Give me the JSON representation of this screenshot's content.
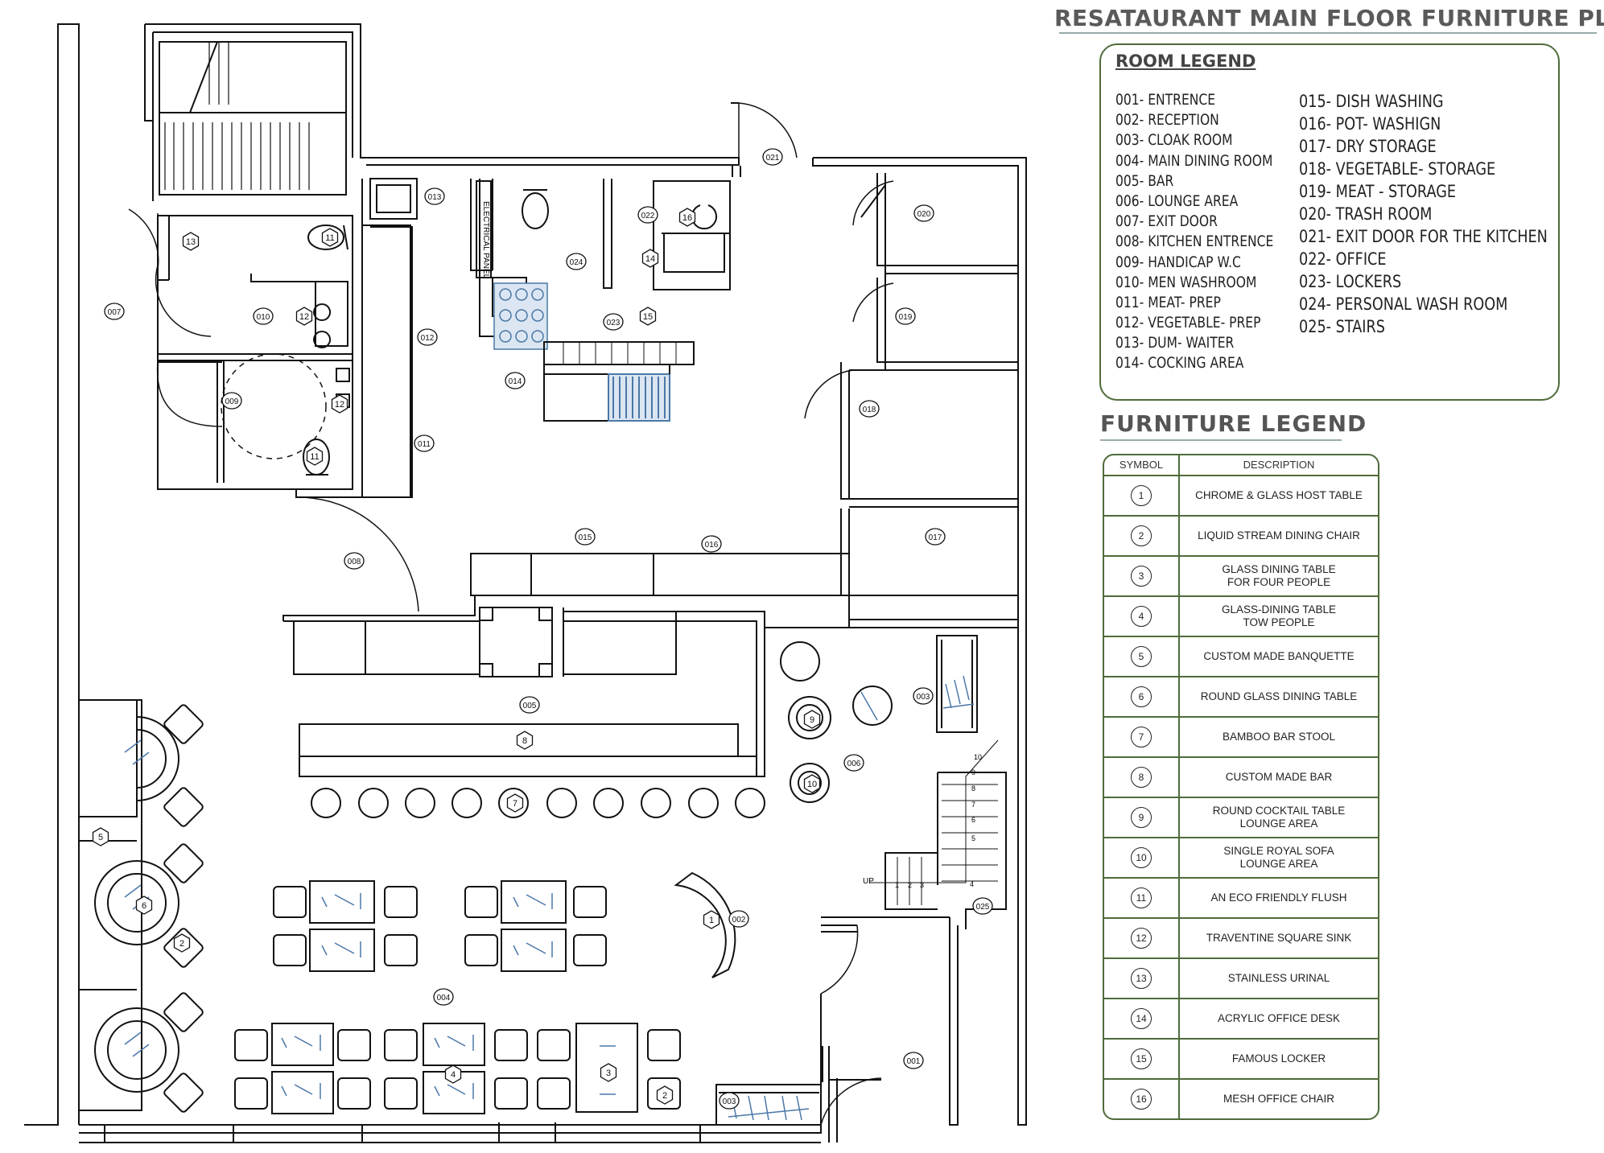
{
  "title": "RESATAURANT MAIN FLOOR FURNITURE PLAN",
  "room_legend": {
    "heading": "ROOM LEGEND",
    "col1": [
      "001- ENTRENCE",
      "002- RECEPTION",
      "003- CLOAK ROOM",
      "004- MAIN DINING ROOM",
      "005- BAR",
      "006- LOUNGE AREA",
      "007- EXIT DOOR",
      "008- KITCHEN ENTRENCE",
      "009- HANDICAP W.C",
      "010- MEN WASHROOM",
      "011- MEAT- PREP",
      "012- VEGETABLE- PREP",
      "013- DUM- WAITER",
      "014- COCKING AREA"
    ],
    "col2": [
      "015- DISH WASHING",
      "016- POT- WASHIGN",
      "017- DRY STORAGE",
      "018- VEGETABLE- STORAGE",
      "019- MEAT - STORAGE",
      "020- TRASH ROOM",
      "021- EXIT DOOR FOR THE  KITCHEN",
      "022- OFFICE",
      "023- LOCKERS",
      "024- PERSONAL WASH ROOM",
      "025- STAIRS"
    ]
  },
  "furniture_legend": {
    "heading": "FURNITURE  LEGEND",
    "col_symbol": "SYMBOL",
    "col_description": "DESCRIPTION",
    "items": [
      {
        "num": "1",
        "desc": "CHROME & GLASS HOST TABLE"
      },
      {
        "num": "2",
        "desc": "LIQUID STREAM DINING CHAIR"
      },
      {
        "num": "3",
        "desc": "GLASS DINING TABLE\nFOR FOUR PEOPLE"
      },
      {
        "num": "4",
        "desc": "GLASS-DINING TABLE\nTOW PEOPLE"
      },
      {
        "num": "5",
        "desc": "CUSTOM MADE BANQUETTE"
      },
      {
        "num": "6",
        "desc": "ROUND GLASS DINING TABLE"
      },
      {
        "num": "7",
        "desc": "BAMBOO BAR STOOL"
      },
      {
        "num": "8",
        "desc": "CUSTOM MADE BAR"
      },
      {
        "num": "9",
        "desc": "ROUND COCKTAIL TABLE\nLOUNGE AREA"
      },
      {
        "num": "10",
        "desc": "SINGLE ROYAL SOFA\nLOUNGE AREA"
      },
      {
        "num": "11",
        "desc": "AN ECO FRIENDLY FLUSH"
      },
      {
        "num": "12",
        "desc": "TRAVENTINE SQUARE SINK"
      },
      {
        "num": "13",
        "desc": "STAINLESS URINAL"
      },
      {
        "num": "14",
        "desc": "ACRYLIC OFFICE DESK"
      },
      {
        "num": "15",
        "desc": "FAMOUS LOCKER"
      },
      {
        "num": "16",
        "desc": "MESH OFFICE CHAIR"
      }
    ]
  },
  "plan_labels": {
    "room_tags": [
      "001",
      "002",
      "003",
      "003",
      "004",
      "005",
      "006",
      "007",
      "008",
      "009",
      "010",
      "011",
      "012",
      "013",
      "014",
      "015",
      "016",
      "017",
      "018",
      "019",
      "020",
      "021",
      "022",
      "023",
      "024",
      "025"
    ],
    "furniture_tags": [
      "1",
      "2",
      "2",
      "3",
      "4",
      "5",
      "6",
      "7",
      "8",
      "9",
      "10",
      "11",
      "11",
      "12",
      "12",
      "13",
      "14",
      "15",
      "16"
    ],
    "electrical_panel": "ELECTRICAL PANEL",
    "stair_up": "UP",
    "stair_numbers": [
      "1",
      "2",
      "3",
      "4",
      "5",
      "6",
      "7",
      "8",
      "9",
      "10"
    ]
  },
  "colors": {
    "legend_border": "#4f6b3a",
    "wall": "#111111",
    "title": "#5a5a5a",
    "stairs_fill": "#4a78a8"
  }
}
